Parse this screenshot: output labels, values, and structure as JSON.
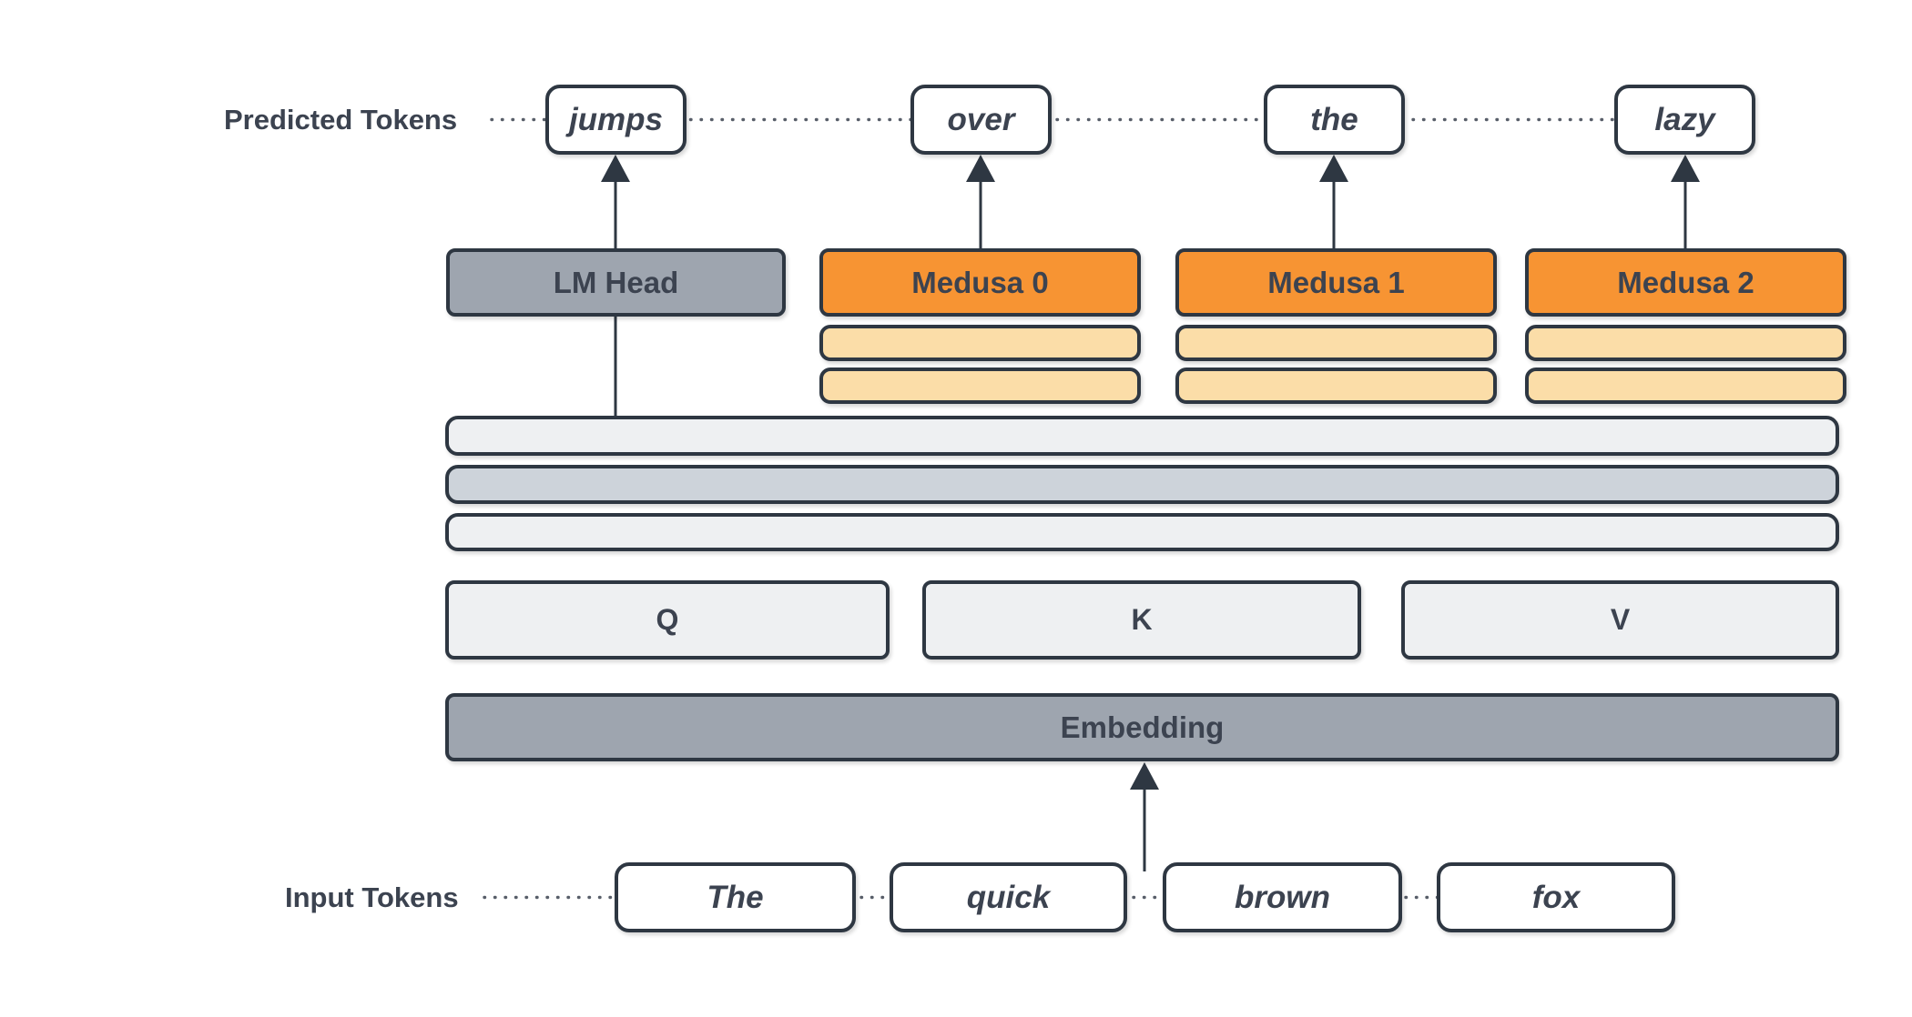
{
  "labels": {
    "predicted_tokens": "Predicted Tokens",
    "input_tokens": "Input Tokens"
  },
  "predicted_tokens": [
    "jumps",
    "over",
    "the",
    "lazy"
  ],
  "heads": {
    "lm_head": "LM Head",
    "medusa": [
      "Medusa 0",
      "Medusa 1",
      "Medusa 2"
    ]
  },
  "qkv": [
    "Q",
    "K",
    "V"
  ],
  "embedding": "Embedding",
  "input_tokens": [
    "The",
    "quick",
    "brown",
    "fox"
  ],
  "colors": {
    "dark": "#2E3742",
    "text": "#3C4350",
    "orange": "#F79433",
    "tan": "#FBDDA8",
    "gray": "#9EA5AF",
    "light": "#EEF0F2",
    "mid": "#CDD3DA"
  }
}
